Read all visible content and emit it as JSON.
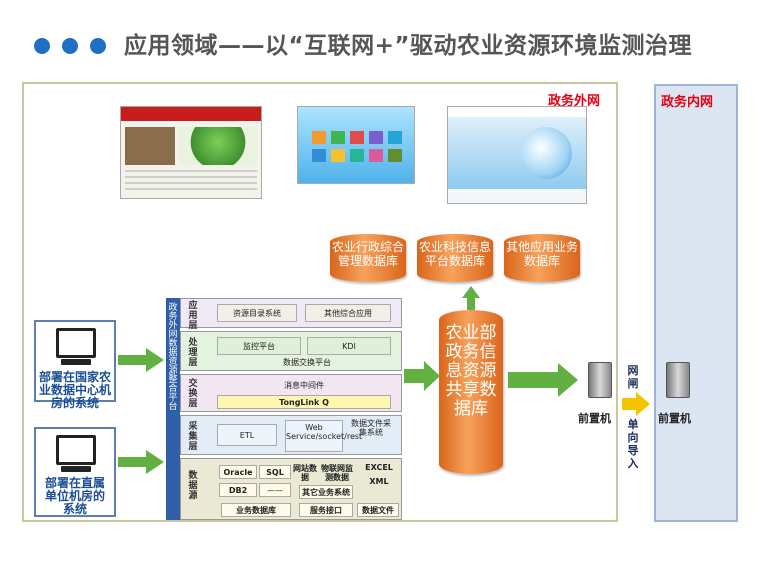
{
  "title": "应用领域——以“互联网+”驱动农业资源环境监测治理",
  "zones": {
    "external": "政务外网",
    "internal": "政务内网"
  },
  "databases": {
    "comprehensive": "农业行政综合管理数据库",
    "info_platform": "农业科技信息平台数据库",
    "other": "其他应用业务数据库",
    "shared": "农业部政务信息资源共享数据库"
  },
  "sources": {
    "center": "部署在国家农业数据中心机房的系统",
    "units": "部署在直属单位机房的系统"
  },
  "platform": {
    "label": "政务外网数据资源整合平台"
  },
  "layers": {
    "app": {
      "label": "应用层",
      "items": [
        "资源目录系统",
        "其他综合应用"
      ]
    },
    "process": {
      "label": "处理层",
      "items": [
        "监控平台",
        "KDI",
        "数据交换平台"
      ]
    },
    "exchange": {
      "label": "交换层",
      "items": [
        "消息中间件",
        "TongLink Q"
      ]
    },
    "collect": {
      "label": "采集层",
      "items": [
        "ETL",
        "Web Service/socket/rest",
        "数据文件采集系统"
      ]
    },
    "source": {
      "label": "数据源",
      "items": [
        "Oracle",
        "SQL",
        "DB2",
        "——",
        "网站数据",
        "物联网监测数据",
        "EXCEL",
        "XML",
        "其它业务系统",
        "业务数据库",
        "服务接口",
        "数据文件"
      ]
    }
  },
  "front_machine": "前置机",
  "gap": {
    "name": "网闸",
    "direction": "单向导入"
  },
  "colors": {
    "accent": "#1f6fc4",
    "arrow": "#62b042",
    "cylinder": "#e8822f",
    "zone_label": "#e60012"
  }
}
